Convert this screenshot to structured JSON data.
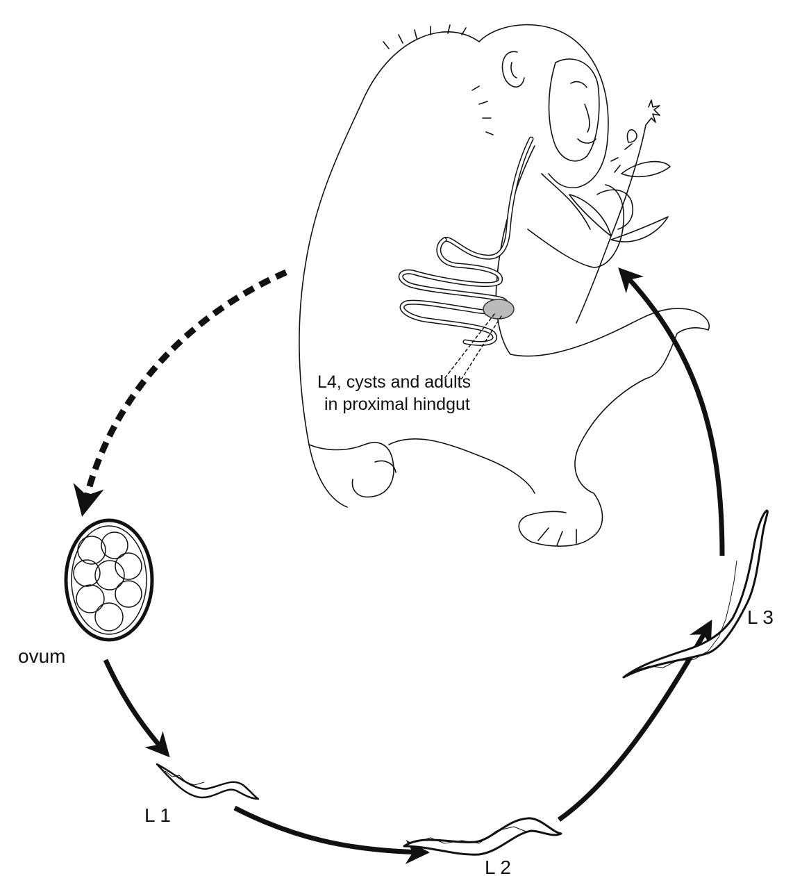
{
  "labels": {
    "gut_line1": "L4, cysts and adults",
    "gut_line2": "in proximal hindgut",
    "ovum": "ovum",
    "l1": "L 1",
    "l2": "L 2",
    "l3": "L 3"
  },
  "colors": {
    "ink": "#111111",
    "paper": "#ffffff"
  }
}
